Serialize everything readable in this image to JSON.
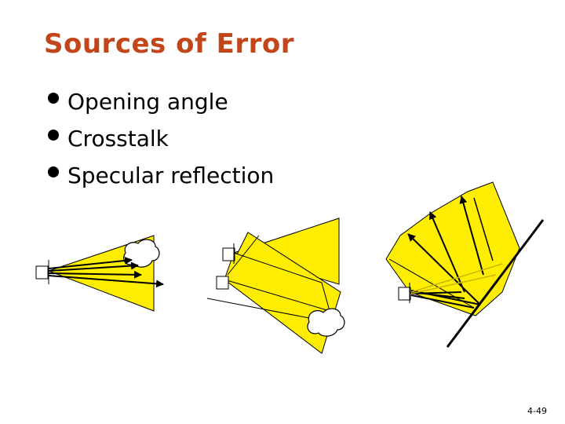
{
  "slide": {
    "title": "Sources of Error",
    "bullets": [
      {
        "text": "Opening angle"
      },
      {
        "text": "Crosstalk"
      },
      {
        "text": "Specular reflection"
      }
    ],
    "page_number": "4-49"
  },
  "colors": {
    "title": "#c3461b",
    "beam_fill": "#ffee00",
    "beam_stroke": "#000000"
  }
}
